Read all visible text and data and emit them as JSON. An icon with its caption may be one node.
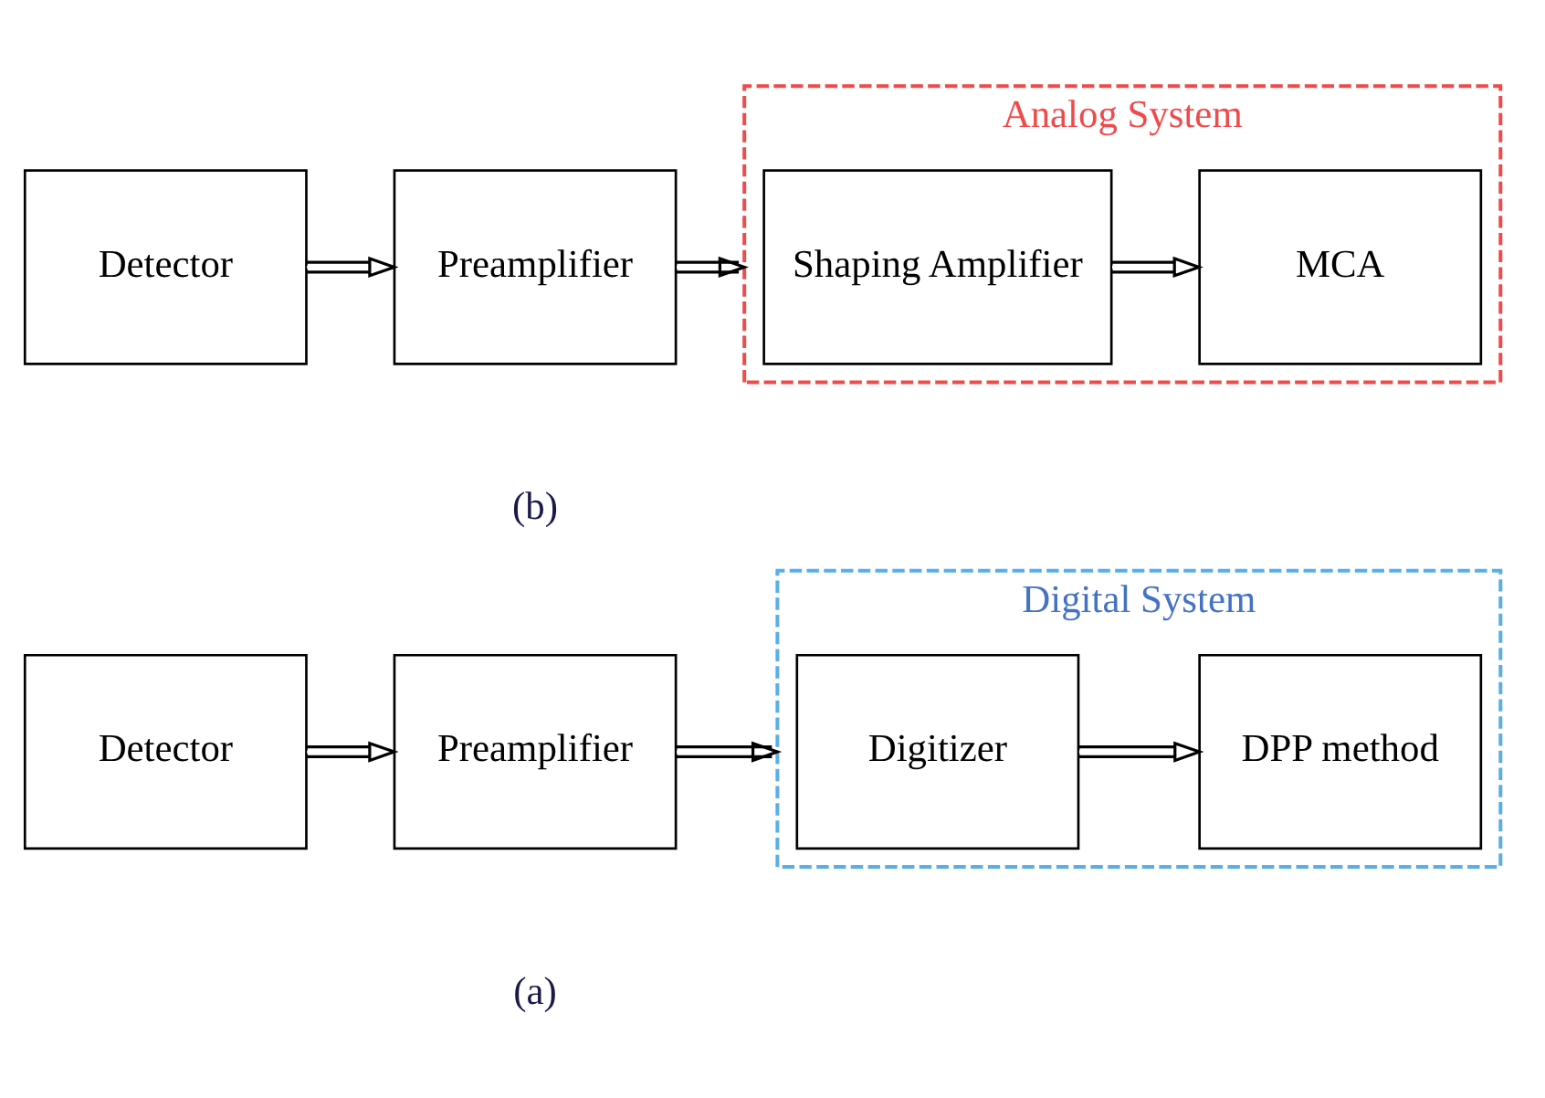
{
  "diagram": {
    "nodes": [
      {
        "text": [
          "Detector"
        ]
      },
      {
        "text": [
          "Preamplifier"
        ]
      },
      {
        "text": [
          "Digital System"
        ]
      },
      {
        "text": [
          "Digitizer"
        ],
        "in": 2
      },
      {
        "text": [
          "DPP method"
        ],
        "in": 2
      },
      {
        "text": [
          "Detector"
        ]
      },
      {
        "text": [
          "Preamplifier"
        ]
      },
      {
        "text": [
          "Analog System"
        ]
      },
      {
        "text": [
          "Shaping Amplifier"
        ],
        "in": 7
      },
      {
        "text": [
          "MCA"
        ],
        "in": 7
      }
    ],
    "edges": [
      {
        "from": 0,
        "to": 1,
        "arrow": "to"
      },
      {
        "from": 1,
        "to": 2,
        "arrow": "to"
      },
      {
        "from": 3,
        "to": 4,
        "arrow": "to"
      },
      {
        "from": 5,
        "to": 6,
        "arrow": "to"
      },
      {
        "from": 6,
        "to": 7,
        "arrow": "to"
      },
      {
        "from": 8,
        "to": 9,
        "arrow": "to"
      }
    ],
    "labels": [
      "(a)",
      "(b)"
    ]
  }
}
